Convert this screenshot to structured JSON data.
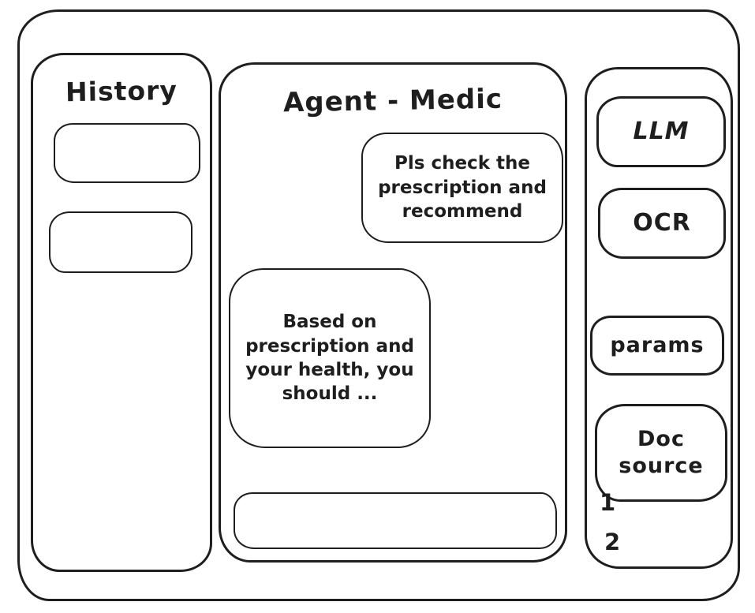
{
  "colors": {
    "ink": "#1e1e1e",
    "background": "#ffffff"
  },
  "history_panel": {
    "title": "History",
    "items": [
      {
        "label": ""
      },
      {
        "label": ""
      }
    ]
  },
  "chat_panel": {
    "title": "Agent - Medic",
    "messages": [
      {
        "role": "user",
        "align": "right",
        "text": "Pls check the prescription and recommend"
      },
      {
        "role": "assistant",
        "align": "left",
        "text": "Based on prescription and your health, you should ..."
      }
    ],
    "input": {
      "value": ""
    }
  },
  "tools_panel": {
    "buttons": [
      {
        "label": "LLM"
      },
      {
        "label": "OCR"
      },
      {
        "label": "params"
      },
      {
        "label": "Doc source"
      }
    ],
    "doc_source_items": [
      {
        "label": "1"
      },
      {
        "label": "2"
      }
    ]
  }
}
